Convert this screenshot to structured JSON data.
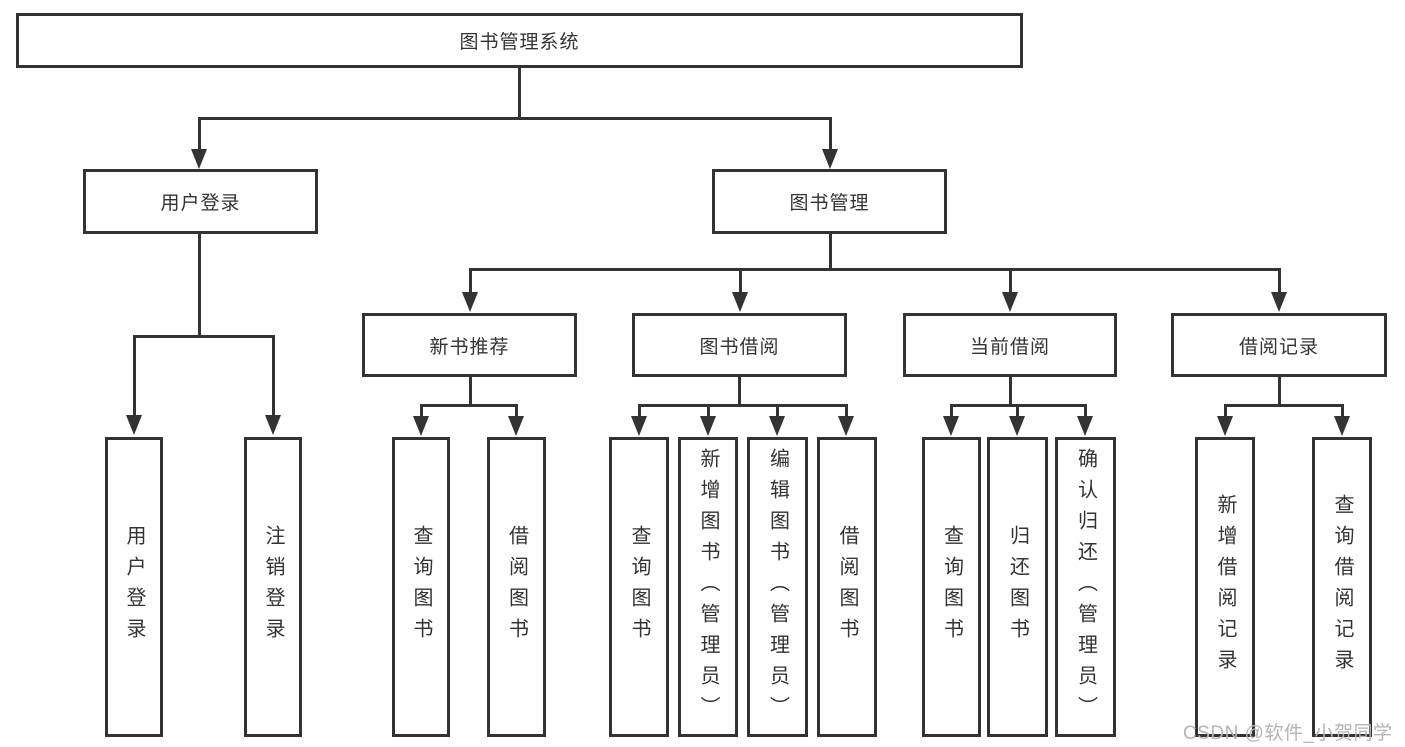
{
  "style_tokens": {
    "line_color": "#333333",
    "box_border_color": "#333333",
    "text_color": "#333333",
    "watermark_color": "#b5b5b5",
    "background": "#ffffff"
  },
  "tree": {
    "label": "图书管理系统",
    "children": [
      {
        "label": "用户登录",
        "children": [
          {
            "label": "用户登录"
          },
          {
            "label": "注销登录"
          }
        ]
      },
      {
        "label": "图书管理",
        "children": [
          {
            "label": "新书推荐",
            "children": [
              {
                "label": "查询图书"
              },
              {
                "label": "借阅图书"
              }
            ]
          },
          {
            "label": "图书借阅",
            "children": [
              {
                "label": "查询图书"
              },
              {
                "label": "新增图书（管理员）"
              },
              {
                "label": "编辑图书（管理员）"
              },
              {
                "label": "借阅图书"
              }
            ]
          },
          {
            "label": "当前借阅",
            "children": [
              {
                "label": "查询图书"
              },
              {
                "label": "归还图书"
              },
              {
                "label": "确认归还（管理员）"
              }
            ]
          },
          {
            "label": "借阅记录",
            "children": [
              {
                "label": "新增借阅记录"
              },
              {
                "label": "查询借阅记录"
              }
            ]
          }
        ]
      }
    ]
  },
  "watermark": {
    "text": "CSDN @软件_小贺同学"
  }
}
